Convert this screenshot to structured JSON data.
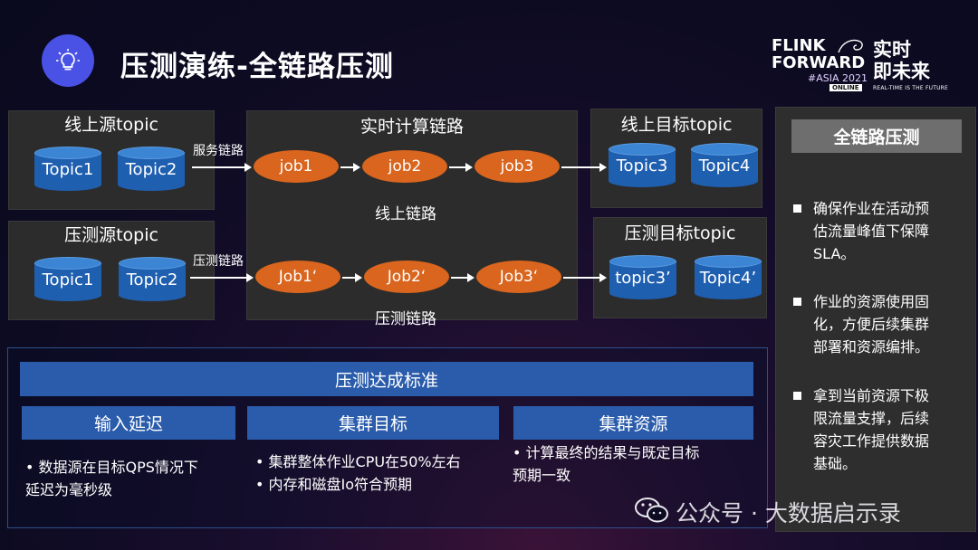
{
  "header": {
    "title": "压测演练-全链路压测",
    "icon": "lightbulb-icon"
  },
  "logo": {
    "line1": "FLINK",
    "line2": "FORWARD",
    "asia": "#ASIA 2021",
    "online": "ONLINE",
    "cn_line1": "实时",
    "cn_line2": "即未来",
    "tagline": "REAL-TIME IS THE FUTURE"
  },
  "diagram": {
    "online_source": {
      "label": "线上源topic",
      "topics": [
        "Topic1",
        "Topic2"
      ]
    },
    "stress_source": {
      "label": "压测源topic",
      "topics": [
        "Topic1",
        "Topic2"
      ]
    },
    "compute": {
      "label": "实时计算链路",
      "online_jobs": [
        "job1",
        "job2",
        "job3"
      ],
      "stress_jobs": [
        "Job1‘",
        "Job2‘",
        "Job3‘"
      ],
      "online_link_label": "线上链路",
      "stress_link_label": "压测链路"
    },
    "online_target": {
      "label": "线上目标topic",
      "topics": [
        "Topic3",
        "Topic4"
      ]
    },
    "stress_target": {
      "label": "压测目标topic",
      "topics": [
        "topic3’",
        "Topic4’"
      ]
    },
    "edge_service": "服务链路",
    "edge_stress": "压测链路"
  },
  "sidebar": {
    "title": "全链路压测",
    "bullets": [
      [
        "确保作业在活动预",
        "估流量峰值下保障",
        "SLA。"
      ],
      [
        "作业的资源使用固",
        "化，方便后续集群",
        "部署和资源编排。"
      ],
      [
        "拿到当前资源下极",
        "限流量支撑，后续",
        "容灾工作提供数据",
        "基础。"
      ]
    ]
  },
  "standards": {
    "title": "压测达成标准",
    "columns": [
      {
        "title": "输入延迟",
        "lines": [
          "•  数据源在目标QPS情况下",
          "延迟为毫秒级"
        ]
      },
      {
        "title": "集群目标",
        "lines": [
          "•  集群整体作业CPU在50%左右",
          "•  内存和磁盘Io符合预期"
        ]
      },
      {
        "title": "集群资源",
        "lines": [
          "•  计算最终的结果与既定目标",
          "预期一致"
        ]
      }
    ]
  },
  "watermark": {
    "icon": "wechat-icon",
    "text": "公众号 · 大数据启示录"
  },
  "colors": {
    "cylinder": "#1f5fb0",
    "job": "#d9651e",
    "standard_bar": "#2a5cab",
    "accent_icon": "#4a52e6"
  }
}
